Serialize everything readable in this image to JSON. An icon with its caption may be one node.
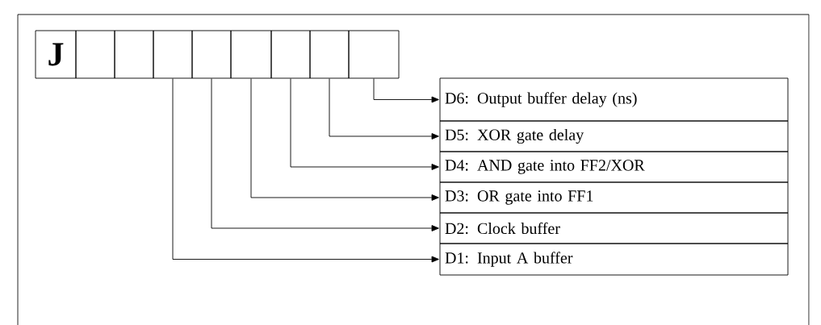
{
  "diagram": {
    "nodes": [
      {
        "text": [
          "J"
        ]
      },
      {
        "text": [],
        "shape": "box"
      },
      {
        "text": [],
        "shape": "box"
      },
      {
        "text": [],
        "shape": "box"
      },
      {
        "text": [],
        "shape": "box"
      },
      {
        "text": [],
        "shape": "box"
      },
      {
        "text": [],
        "shape": "box"
      },
      {
        "text": [],
        "shape": "box"
      },
      {
        "text": [],
        "shape": "box"
      },
      {
        "text": [
          "D6: Output buffer delay (ns)"
        ]
      },
      {
        "text": [
          "D5: XOR gate delay"
        ]
      },
      {
        "text": [
          "D4: AND gate into FF2/XOR"
        ]
      },
      {
        "text": [
          "D3: OR gate into FF1"
        ]
      },
      {
        "text": [
          "D2: Clock buffer"
        ]
      },
      {
        "text": [
          "D1:  Input A buffer"
        ]
      }
    ],
    "edges": [
      {
        "from": 3,
        "to": 14,
        "arrow": "to"
      },
      {
        "from": 4,
        "to": 13,
        "arrow": "to"
      },
      {
        "from": 5,
        "to": 12,
        "arrow": "to"
      },
      {
        "from": 6,
        "to": 11,
        "arrow": "to"
      },
      {
        "from": 7,
        "to": 10,
        "arrow": "to"
      },
      {
        "from": 8,
        "to": 9,
        "arrow": "to"
      }
    ]
  }
}
